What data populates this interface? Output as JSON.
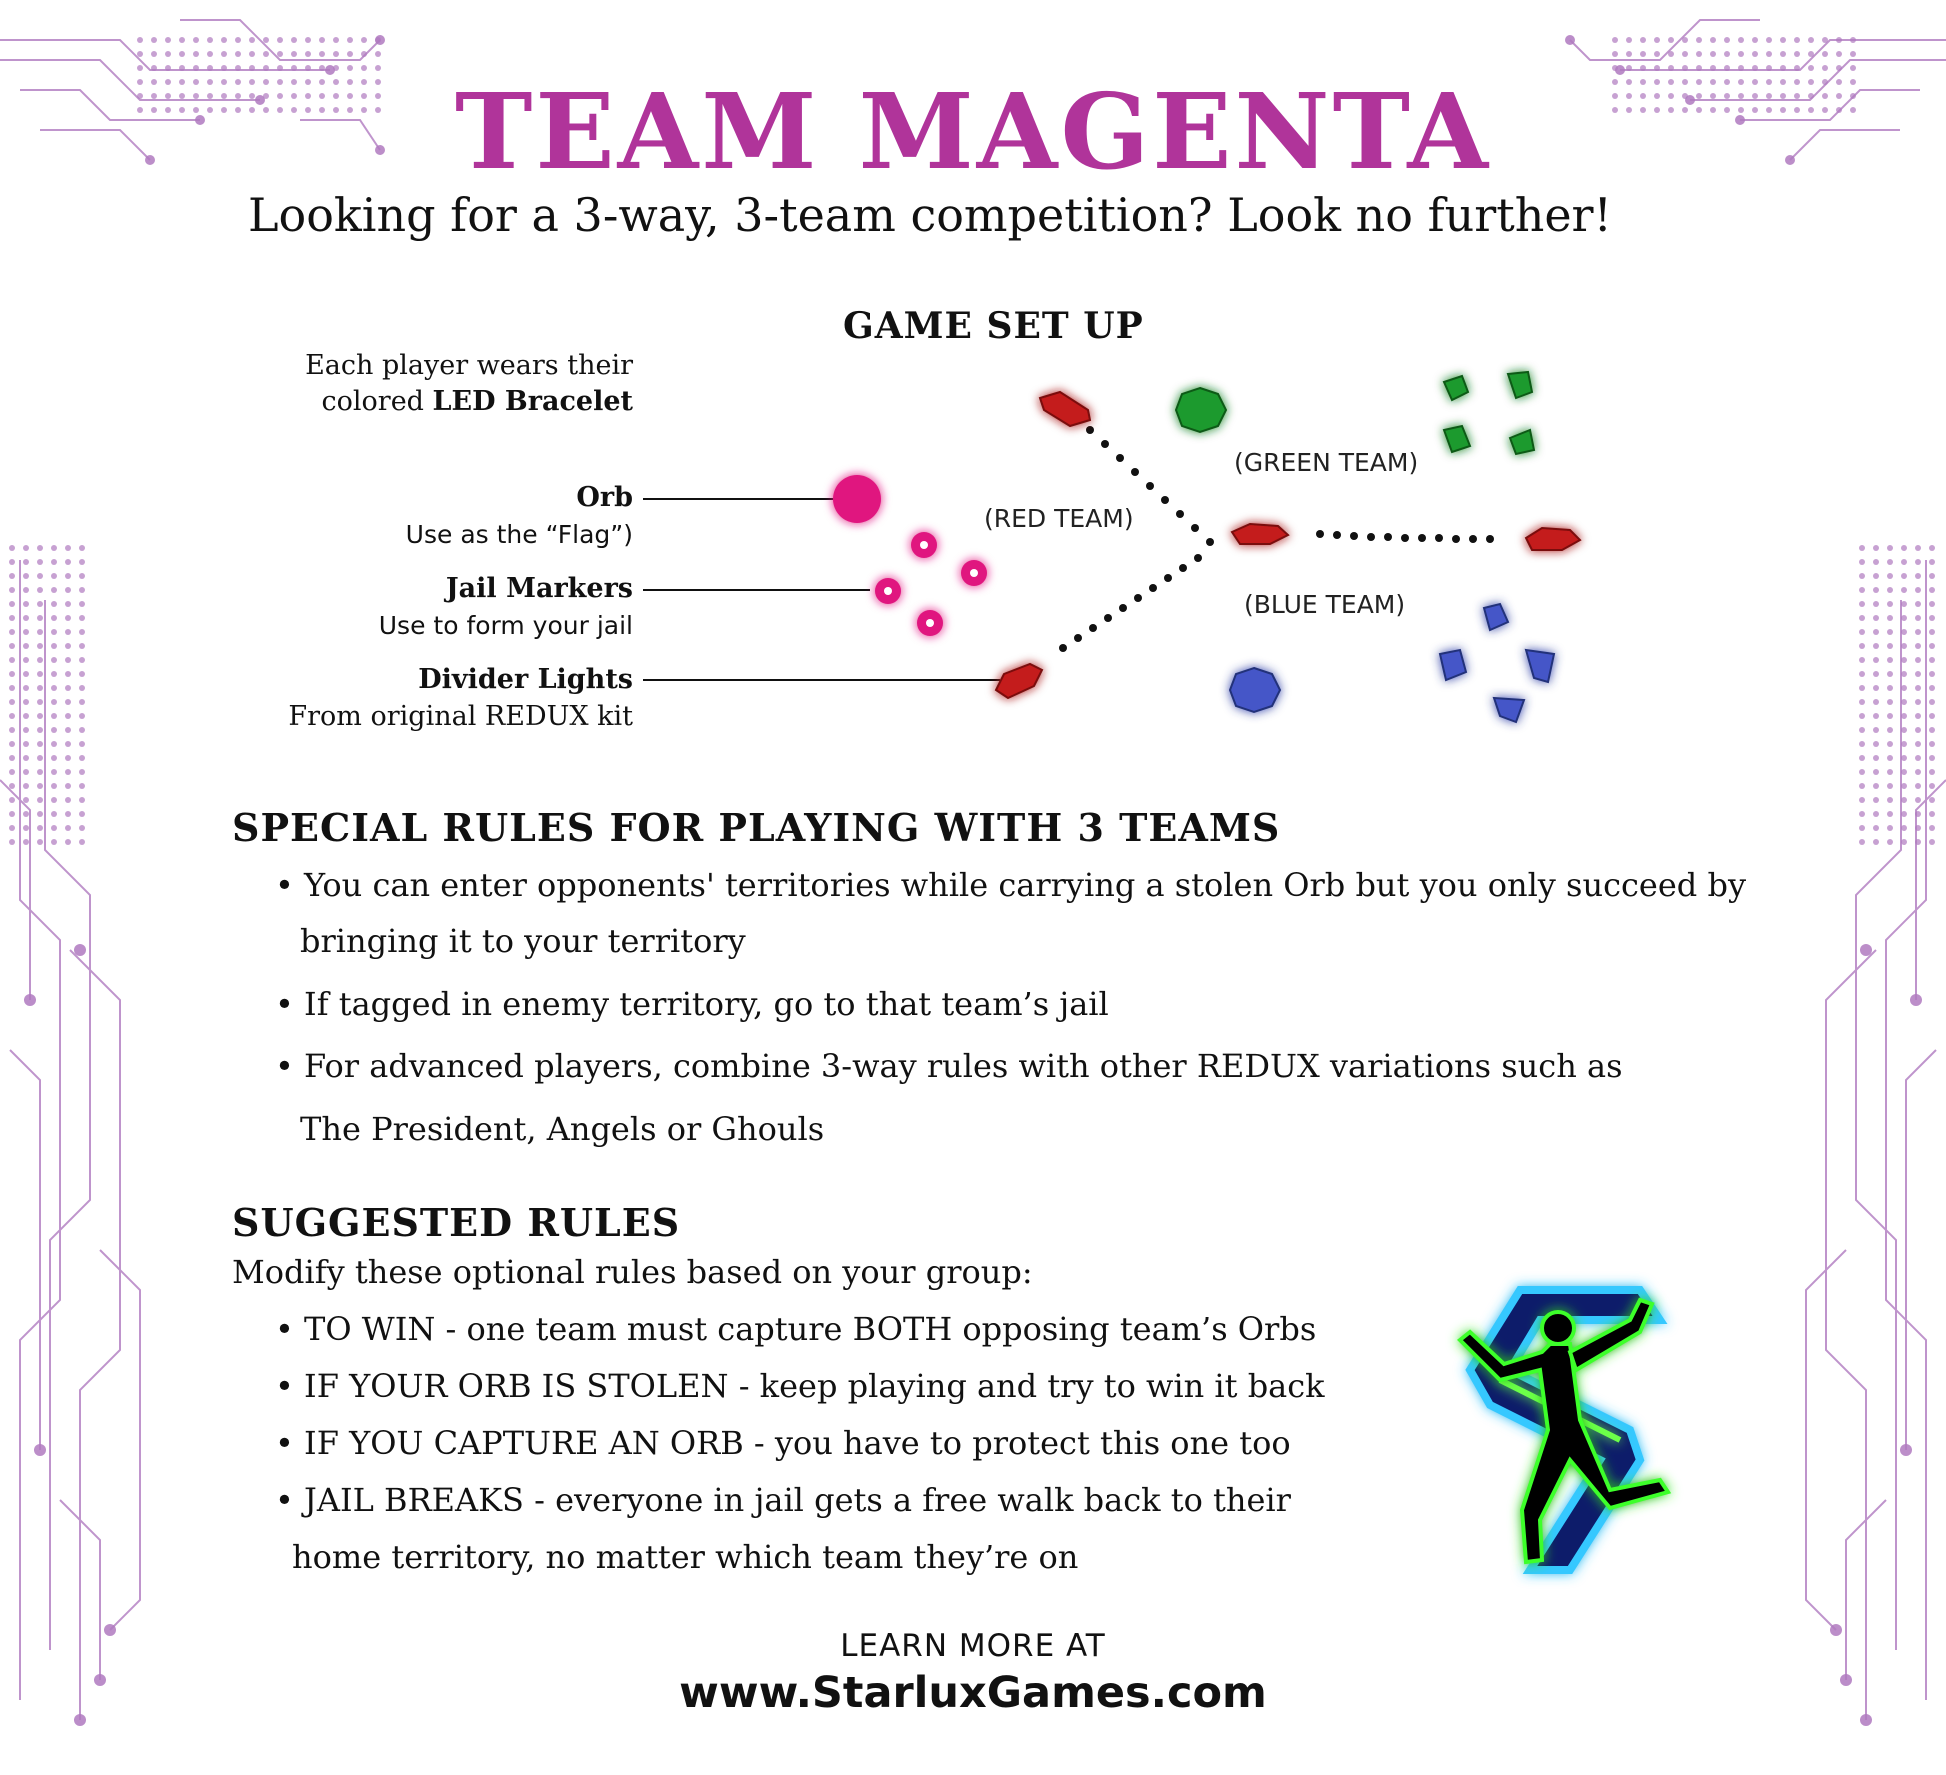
{
  "title": "TEAM MAGENTA",
  "subtitle": "Looking for a 3-way, 3-team competition?  Look no further!",
  "setup": {
    "heading": "GAME SET UP",
    "bracelet_line1": "Each player wears their",
    "bracelet_line2_plain": "colored ",
    "bracelet_line2_bold": "LED Bracelet",
    "orb_name": "Orb",
    "orb_desc": "Use as the “Flag”)",
    "jail_name": "Jail Markers",
    "jail_desc": "Use to form your jail",
    "divider_name": "Divider Lights",
    "divider_desc": "From original REDUX kit",
    "team_red": "(RED TEAM)",
    "team_green": "(GREEN TEAM)",
    "team_blue": "(BLUE TEAM)",
    "colors": {
      "orb": "#e0147f",
      "red": "#c41a1a",
      "green": "#1f9a2e",
      "blue": "#4456c8"
    }
  },
  "special": {
    "heading": "SPECIAL RULES FOR PLAYING WITH 3 TEAMS",
    "b1_line1": "• You can enter opponents' territories while carrying a stolen Orb but you only succeed by",
    "b1_line2": "bringing it to your territory",
    "b2": "• If tagged in enemy territory, go to that team’s jail",
    "b3_line1": "• For advanced players, combine 3-way rules with other REDUX variations such as",
    "b3_line2": "The President, Angels or Ghouls"
  },
  "suggested": {
    "heading": "SUGGESTED RULES",
    "intro": "Modify these optional rules based on your group:",
    "b1": "• TO WIN - one team must capture BOTH opposing team’s Orbs",
    "b2": "• IF YOUR ORB IS STOLEN - keep playing and try to win it back",
    "b3": "• IF YOU CAPTURE AN ORB - you have to protect this one too",
    "b4_line1": "• JAIL BREAKS - everyone in jail gets a free walk  back to their",
    "b4_line2": "home territory, no matter which team they’re on"
  },
  "footer": {
    "learn": "LEARN MORE AT",
    "url": "www.StarluxGames.com"
  },
  "theme": {
    "accent": "#b0349a",
    "circuit": "#b07ac0"
  }
}
